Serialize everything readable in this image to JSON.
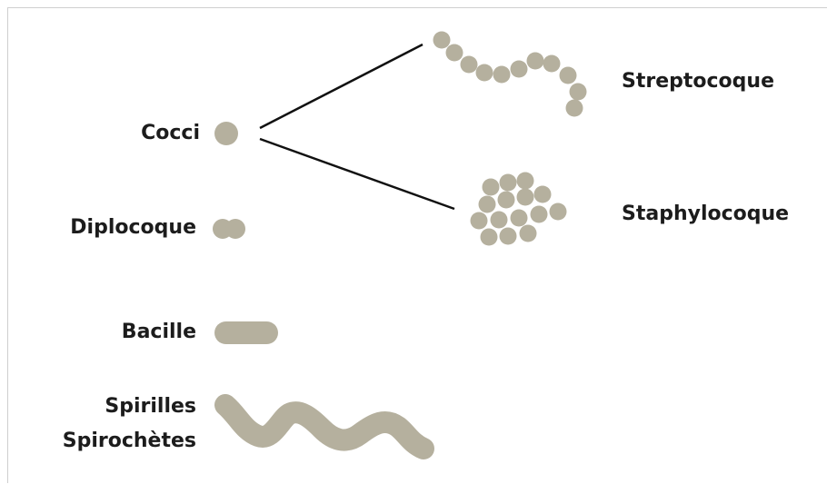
{
  "labels": {
    "cocci": "Cocci",
    "diplocoque": "Diplocoque",
    "bacille": "Bacille",
    "spirilles": "Spirilles",
    "spirochetes": "Spirochètes",
    "streptocoque": "Streptocoque",
    "staphylocoque": "Staphylocoque"
  },
  "colors": {
    "cell": "#b5b09e",
    "line": "#111111",
    "text": "#1c1c1c"
  }
}
